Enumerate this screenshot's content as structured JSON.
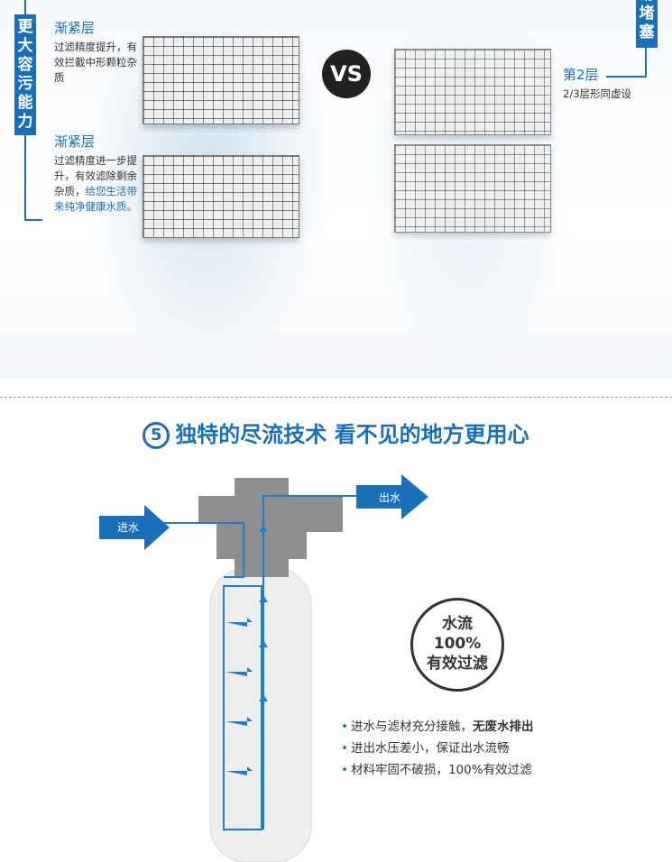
{
  "left_panel": {
    "vertical_label": "更大容污能力",
    "layer1": {
      "title": "渐紧层",
      "desc": "过滤精度提升，有效拦截中形颗粒杂质"
    },
    "layer2": {
      "title": "渐紧层",
      "desc_plain": "过滤精度进一步提升，有效滤除剩余杂质，",
      "desc_highlight": "给您生活带来纯净健康水质。"
    }
  },
  "vs_label": "VS",
  "right_panel": {
    "vertical_label": "易堵塞",
    "layer": {
      "title": "第2层",
      "desc": "2/3层形同虚设"
    }
  },
  "section": {
    "number": "5",
    "title": "独特的尽流技术 看不见的地方更用心"
  },
  "diagram": {
    "inlet_label": "进水",
    "outlet_label": "出水"
  },
  "badge": {
    "line1": "水流",
    "line2": "100%",
    "line3": "有效过滤"
  },
  "bullets": [
    {
      "text": "进水与滤材充分接触，",
      "bold": "无废水排出"
    },
    {
      "text": "进出水压差小，保证出水流畅",
      "bold": ""
    },
    {
      "text": "材料牢固不破损，100%有效过滤",
      "bold": ""
    }
  ],
  "colors": {
    "accent": "#1a6fb8",
    "arrow": "#1a7fd4"
  }
}
